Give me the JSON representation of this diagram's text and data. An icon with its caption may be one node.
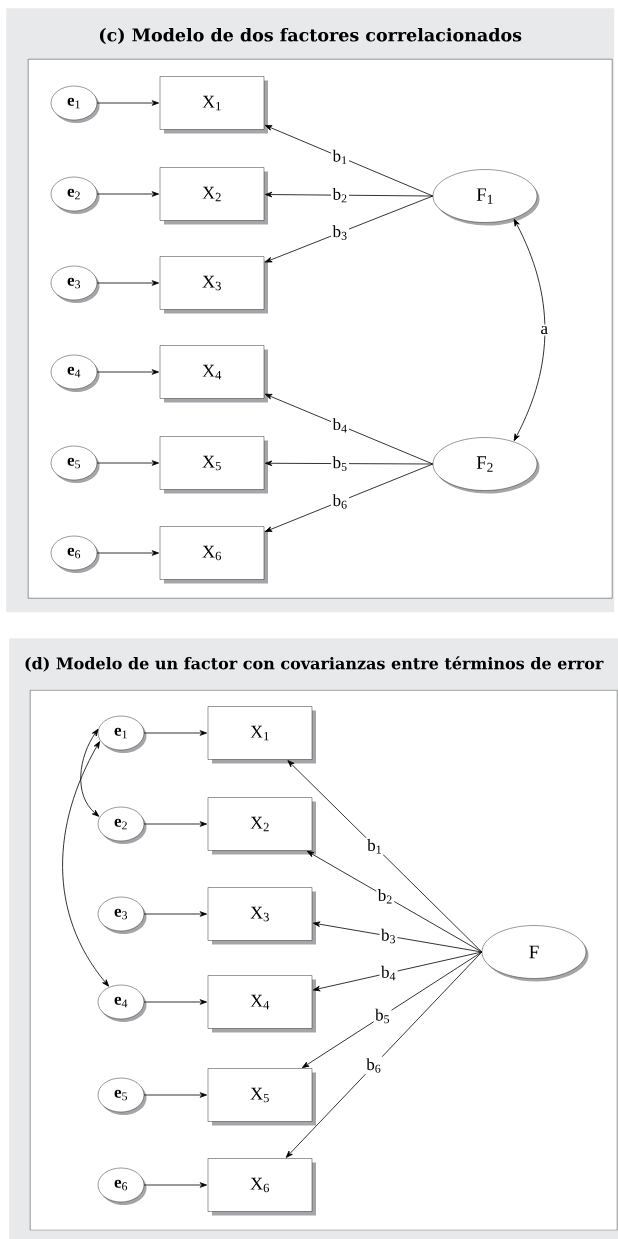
{
  "diagram": {
    "nodes": [
      {
        "text": [
          "(c) Modelo de dos factores correlacionados"
        ]
      },
      {
        "text": [],
        "shape": "box",
        "in": 0
      },
      {
        "text": [
          "**e**$_{1}$"
        ],
        "in": 1
      },
      {
        "text": [
          "**e**$_{2}$"
        ],
        "in": 1
      },
      {
        "text": [
          "**e**$_{3}$"
        ],
        "in": 1
      },
      {
        "text": [
          "**e**$_{4}$"
        ],
        "in": 1
      },
      {
        "text": [
          "**e**$_{5}$"
        ],
        "in": 1
      },
      {
        "text": [
          "**e**$_{6}$"
        ],
        "in": 1
      },
      {
        "text": [
          "X$_{1}$"
        ],
        "in": 1
      },
      {
        "text": [
          "X$_{2}$"
        ],
        "in": 1
      },
      {
        "text": [
          "X$_{3}$"
        ],
        "in": 1
      },
      {
        "text": [
          "X$_{4}$"
        ],
        "in": 1
      },
      {
        "text": [
          "X$_{5}$"
        ],
        "in": 1
      },
      {
        "text": [
          "X$_{6}$"
        ],
        "in": 1
      },
      {
        "text": [
          "F$_{1}$"
        ],
        "in": 1
      },
      {
        "text": [
          "F$_{2}$"
        ],
        "in": 1
      },
      {
        "text": [
          "(d) Modelo de un factor con covarianzas entre términos de error"
        ]
      },
      {
        "text": [],
        "shape": "box",
        "in": 16
      },
      {
        "text": [
          "**e**$_{1}$"
        ],
        "in": 17
      },
      {
        "text": [
          "**e**$_{2}$"
        ],
        "in": 17
      },
      {
        "text": [
          "**e**$_{3}$"
        ],
        "in": 17
      },
      {
        "text": [
          "**e**$_{4}$"
        ],
        "in": 17
      },
      {
        "text": [
          "**e**$_{5}$"
        ],
        "in": 17
      },
      {
        "text": [
          "**e**$_{6}$"
        ],
        "in": 17
      },
      {
        "text": [
          "X$_{1}$"
        ],
        "in": 17
      },
      {
        "text": [
          "X$_{2}$"
        ],
        "in": 17
      },
      {
        "text": [
          "X$_{3}$"
        ],
        "in": 17
      },
      {
        "text": [
          "X$_{4}$"
        ],
        "in": 17
      },
      {
        "text": [
          "X$_{5}$"
        ],
        "in": 17
      },
      {
        "text": [
          "X$_{6}$"
        ],
        "in": 17
      },
      {
        "text": [
          "F"
        ],
        "in": 17
      }
    ],
    "edges": [
      {
        "from": 2,
        "to": 8,
        "arrow": "to"
      },
      {
        "from": 3,
        "to": 9,
        "arrow": "to"
      },
      {
        "from": 4,
        "to": 10,
        "arrow": "to"
      },
      {
        "from": 5,
        "to": 11,
        "arrow": "to"
      },
      {
        "from": 6,
        "to": 12,
        "arrow": "to"
      },
      {
        "from": 7,
        "to": 13,
        "arrow": "to"
      },
      {
        "from": 14,
        "to": 8,
        "arrow": "to",
        "label": "b$_{1}$"
      },
      {
        "from": 14,
        "to": 9,
        "arrow": "to",
        "label": "b$_{2}$"
      },
      {
        "from": 14,
        "to": 10,
        "arrow": "to",
        "label": "b$_{3}$"
      },
      {
        "from": 15,
        "to": 11,
        "arrow": "to",
        "label": "b$_{4}$"
      },
      {
        "from": 15,
        "to": 12,
        "arrow": "to",
        "label": "b$_{5}$"
      },
      {
        "from": 15,
        "to": 13,
        "arrow": "to",
        "label": "b$_{6}$"
      },
      {
        "from": 14,
        "to": 15,
        "arrow": "both",
        "label": "a"
      },
      {
        "from": 18,
        "to": 24,
        "arrow": "to"
      },
      {
        "from": 19,
        "to": 25,
        "arrow": "to"
      },
      {
        "from": 20,
        "to": 26,
        "arrow": "to"
      },
      {
        "from": 21,
        "to": 27,
        "arrow": "to"
      },
      {
        "from": 22,
        "to": 28,
        "arrow": "to"
      },
      {
        "from": 23,
        "to": 29,
        "arrow": "to"
      },
      {
        "from": 30,
        "to": 24,
        "arrow": "to",
        "label": "b$_{1}$"
      },
      {
        "from": 30,
        "to": 25,
        "arrow": "to",
        "label": "b$_{2}$"
      },
      {
        "from": 30,
        "to": 26,
        "arrow": "to",
        "label": "b$_{3}$"
      },
      {
        "from": 30,
        "to": 27,
        "arrow": "to",
        "label": "b$_{4}$"
      },
      {
        "from": 30,
        "to": 28,
        "arrow": "to",
        "label": "b$_{5}$"
      },
      {
        "from": 30,
        "to": 29,
        "arrow": "to",
        "label": "b$_{6}$"
      },
      {
        "from": 18,
        "to": 19,
        "arrow": "both"
      },
      {
        "from": 18,
        "to": 21,
        "arrow": "both"
      }
    ]
  }
}
